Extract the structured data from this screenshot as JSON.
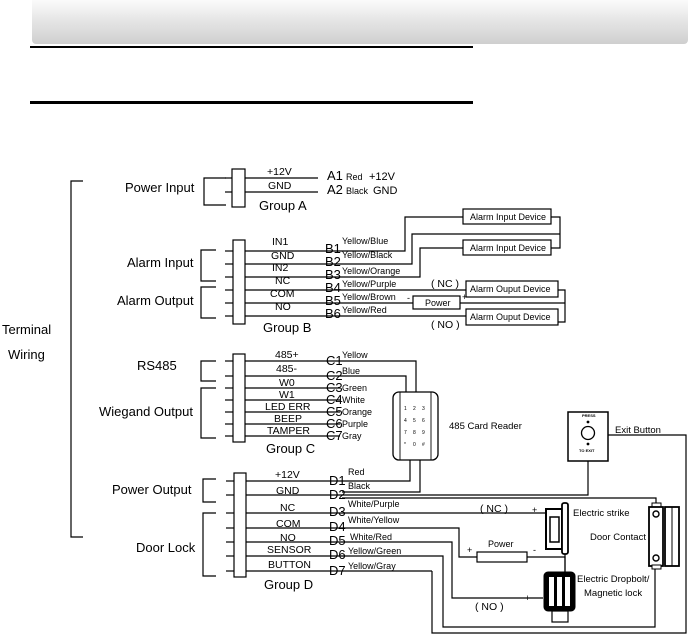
{
  "page": {
    "header_band": "",
    "section_label": "Terminal Wiring",
    "section_label_lines": [
      "Terminal",
      "Wiring"
    ]
  },
  "groups": [
    {
      "name": "Group A",
      "functions": [
        {
          "label": "Power Input",
          "pins": [
            "A1",
            "A2"
          ]
        }
      ],
      "terminals": [
        {
          "code": "A1",
          "signal": "+12V",
          "wire_color": "Red",
          "note": "+12V"
        },
        {
          "code": "A2",
          "signal": "GND",
          "wire_color": "Black",
          "note": "GND"
        }
      ]
    },
    {
      "name": "Group B",
      "functions": [
        {
          "label": "Alarm Input",
          "pins": [
            "B1",
            "B2",
            "B3"
          ]
        },
        {
          "label": "Alarm Output",
          "pins": [
            "B4",
            "B5",
            "B6"
          ]
        }
      ],
      "terminals": [
        {
          "code": "B1",
          "signal": "IN1",
          "wire_color": "Yellow/Blue"
        },
        {
          "code": "B2",
          "signal": "GND",
          "wire_color": "Yellow/Black"
        },
        {
          "code": "B3",
          "signal": "IN2",
          "wire_color": "Yellow/Orange"
        },
        {
          "code": "B4",
          "signal": "NC",
          "wire_color": "Yellow/Purple"
        },
        {
          "code": "B5",
          "signal": "COM",
          "wire_color": "Yellow/Brown"
        },
        {
          "code": "B6",
          "signal": "NO",
          "wire_color": "Yellow/Red"
        }
      ]
    },
    {
      "name": "Group C",
      "functions": [
        {
          "label": "RS485",
          "pins": [
            "C1",
            "C2"
          ]
        },
        {
          "label": "Wiegand Output",
          "pins": [
            "C3",
            "C4",
            "C5",
            "C6",
            "C7"
          ]
        }
      ],
      "terminals": [
        {
          "code": "C1",
          "signal": "485+",
          "wire_color": "Yellow"
        },
        {
          "code": "C2",
          "signal": "485-",
          "wire_color": "Blue"
        },
        {
          "code": "C3",
          "signal": "W0",
          "wire_color": "Green"
        },
        {
          "code": "C4",
          "signal": "W1",
          "wire_color": "White"
        },
        {
          "code": "C5",
          "signal": "LED ERR",
          "wire_color": "Orange"
        },
        {
          "code": "C6",
          "signal": "BEEP",
          "wire_color": "Purple"
        },
        {
          "code": "C7",
          "signal": "TAMPER",
          "wire_color": "Gray"
        }
      ]
    },
    {
      "name": "Group D",
      "functions": [
        {
          "label": "Power Output",
          "pins": [
            "D1",
            "D2"
          ]
        },
        {
          "label": "Door Lock",
          "pins": [
            "D3",
            "D4",
            "D5",
            "D6",
            "D7"
          ]
        }
      ],
      "terminals": [
        {
          "code": "D1",
          "signal": "+12V",
          "wire_color": "Red"
        },
        {
          "code": "D2",
          "signal": "GND",
          "wire_color": "Black"
        },
        {
          "code": "D3",
          "signal": "NC",
          "wire_color": "White/Purple"
        },
        {
          "code": "D4",
          "signal": "COM",
          "wire_color": "White/Yellow"
        },
        {
          "code": "D5",
          "signal": "NO",
          "wire_color": "White/Red"
        },
        {
          "code": "D6",
          "signal": "SENSOR",
          "wire_color": "Yellow/Green"
        },
        {
          "code": "D7",
          "signal": "BUTTON",
          "wire_color": "Yellow/Gray"
        }
      ]
    }
  ],
  "devices": {
    "alarm_input_1": "Alarm Input Device",
    "alarm_input_2": "Alarm Input Device",
    "alarm_output_1": "Alarm Ouput Device",
    "alarm_output_2": "Alarm Ouput Device",
    "alarm_power": "Power",
    "alarm_nc": "( NC )",
    "alarm_no": "( NO )",
    "card_reader": "485 Card Reader",
    "keypad_keys": [
      "1",
      "2",
      "3",
      "4",
      "5",
      "6",
      "7",
      "8",
      "9",
      "*",
      "0",
      "#"
    ],
    "exit_button": "Exit Button",
    "exit_button_top": "PRESS",
    "exit_button_bottom": "TO EXIT",
    "electric_strike": "Electric strike",
    "door_contact": "Door Contact",
    "dropbolt_line1": "Electric Dropbolt/",
    "dropbolt_line2": "Magnetic lock",
    "lock_power": "Power",
    "lock_nc": "( NC )",
    "lock_no": "( NO )",
    "plus": "+",
    "minus": "-"
  }
}
